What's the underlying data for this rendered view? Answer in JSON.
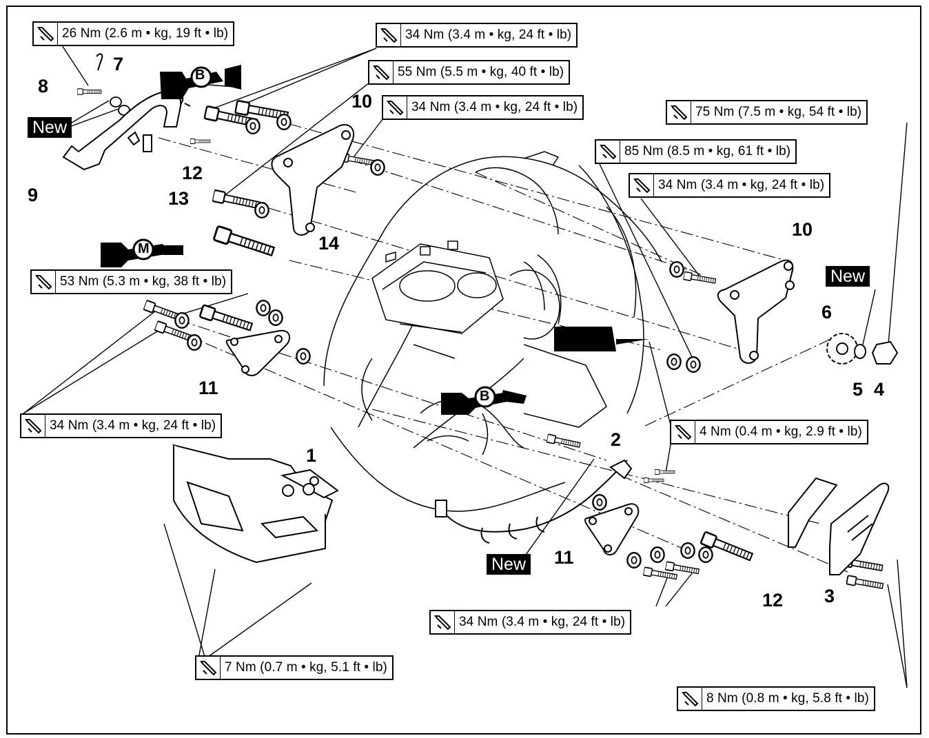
{
  "torque_specs": [
    {
      "id": "t1",
      "text": "26 Nm (2.6 m • kg, 19 ft • lb)"
    },
    {
      "id": "t2",
      "text": "34 Nm (3.4 m • kg, 24 ft • lb)"
    },
    {
      "id": "t3",
      "text": "55 Nm (5.5 m • kg, 40 ft • lb)"
    },
    {
      "id": "t4",
      "text": "34 Nm (3.4 m • kg, 24 ft • lb)"
    },
    {
      "id": "t5",
      "text": "75 Nm (7.5 m • kg, 54 ft • lb)"
    },
    {
      "id": "t6",
      "text": "85 Nm (8.5 m • kg, 61 ft • lb)"
    },
    {
      "id": "t7",
      "text": "34 Nm (3.4 m • kg, 24 ft • lb)"
    },
    {
      "id": "t8",
      "text": "53 Nm (5.3 m • kg, 38 ft • lb)"
    },
    {
      "id": "t9",
      "text": "34 Nm (3.4 m • kg, 24 ft • lb)"
    },
    {
      "id": "t10",
      "text": "4 Nm (0.4 m • kg, 2.9 ft • lb)"
    },
    {
      "id": "t11",
      "text": "34 Nm (3.4 m • kg, 24 ft • lb)"
    },
    {
      "id": "t12",
      "text": "7 Nm (0.7 m • kg, 5.1 ft • lb)"
    },
    {
      "id": "t13",
      "text": "8 Nm (0.8 m • kg, 5.8 ft • lb)"
    }
  ],
  "callouts": [
    {
      "id": "c7",
      "text": "7"
    },
    {
      "id": "c8",
      "text": "8"
    },
    {
      "id": "c9",
      "text": "9"
    },
    {
      "id": "c10a",
      "text": "10"
    },
    {
      "id": "c10b",
      "text": "10"
    },
    {
      "id": "c12a",
      "text": "12"
    },
    {
      "id": "c13",
      "text": "13"
    },
    {
      "id": "c14",
      "text": "14"
    },
    {
      "id": "c11a",
      "text": "11"
    },
    {
      "id": "c11b",
      "text": "11"
    },
    {
      "id": "c1",
      "text": "1"
    },
    {
      "id": "c2",
      "text": "2"
    },
    {
      "id": "c3",
      "text": "3"
    },
    {
      "id": "c4",
      "text": "4"
    },
    {
      "id": "c5",
      "text": "5"
    },
    {
      "id": "c6",
      "text": "6"
    },
    {
      "id": "c12b",
      "text": "12"
    }
  ],
  "new_tags": [
    {
      "id": "n1",
      "text": "New"
    },
    {
      "id": "n2",
      "text": "New"
    },
    {
      "id": "n3",
      "text": "New"
    }
  ],
  "lube_symbols": {
    "b1": "B",
    "b2": "B",
    "m1": "M"
  },
  "icons": {
    "torque": "torque-wrench-icon",
    "grease": "grease-gun-icon",
    "molybdenum": "molybdenum-disulfide-oil-icon",
    "sealant": "sealant-tube-icon"
  }
}
